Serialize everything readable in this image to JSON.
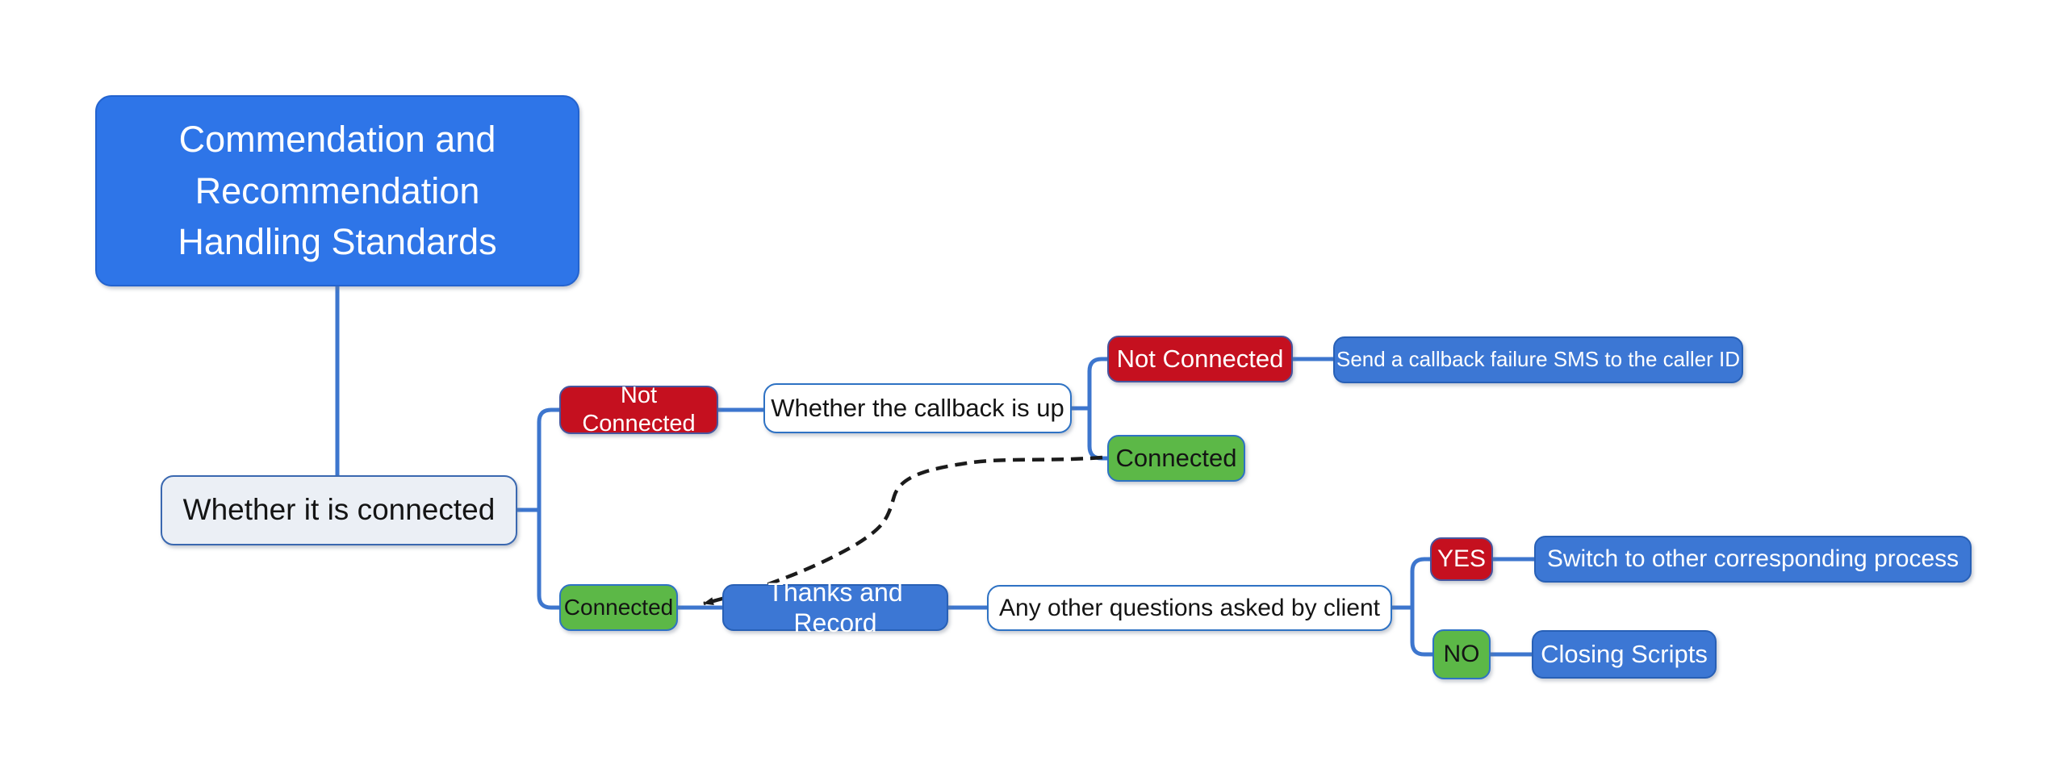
{
  "colors": {
    "canvas": "#FFFFFF",
    "title-blue": "#2E75E8",
    "node-blue": "#3C77D4",
    "node-red": "#C5101F",
    "node-green": "#5CB847",
    "node-light": "#EBEFF5",
    "node-white": "#FFFFFF",
    "border-blue": "#2E72C4",
    "border-slate": "#47559E",
    "connector": "#3D76CE",
    "dash": "#1B1B1B",
    "text-white": "#FFFFFF",
    "text-black": "#141414"
  },
  "nodes": {
    "title": "Commendation and\nRecommendation\nHandling Standards",
    "root": "Whether it is connected",
    "not_connected_mid": "Not Connected",
    "callback_up": "Whether the callback is up",
    "not_connected_top": "Not Connected",
    "sms": "Send a callback failure SMS to the caller ID",
    "connected_top": "Connected",
    "connected_bottom": "Connected",
    "thanks": "Thanks and Record",
    "any_other": "Any other questions asked by client",
    "yes": "YES",
    "switch_process": "Switch to other corresponding process",
    "no": "NO",
    "closing": "Closing Scripts"
  },
  "edges": [
    {
      "from": "title",
      "to": "root",
      "style": "solid"
    },
    {
      "from": "root",
      "to": "not_connected_mid",
      "style": "solid"
    },
    {
      "from": "root",
      "to": "connected_bottom",
      "style": "solid"
    },
    {
      "from": "not_connected_mid",
      "to": "callback_up",
      "style": "solid"
    },
    {
      "from": "callback_up",
      "to": "not_connected_top",
      "style": "solid"
    },
    {
      "from": "callback_up",
      "to": "connected_top",
      "style": "solid"
    },
    {
      "from": "not_connected_top",
      "to": "sms",
      "style": "solid"
    },
    {
      "from": "connected_bottom",
      "to": "thanks",
      "style": "solid"
    },
    {
      "from": "thanks",
      "to": "any_other",
      "style": "solid"
    },
    {
      "from": "any_other",
      "to": "yes",
      "style": "solid"
    },
    {
      "from": "any_other",
      "to": "no",
      "style": "solid"
    },
    {
      "from": "yes",
      "to": "switch_process",
      "style": "solid"
    },
    {
      "from": "no",
      "to": "closing",
      "style": "solid"
    },
    {
      "from": "connected_top",
      "to": "connected_bottom",
      "style": "dashed-arrow"
    }
  ]
}
